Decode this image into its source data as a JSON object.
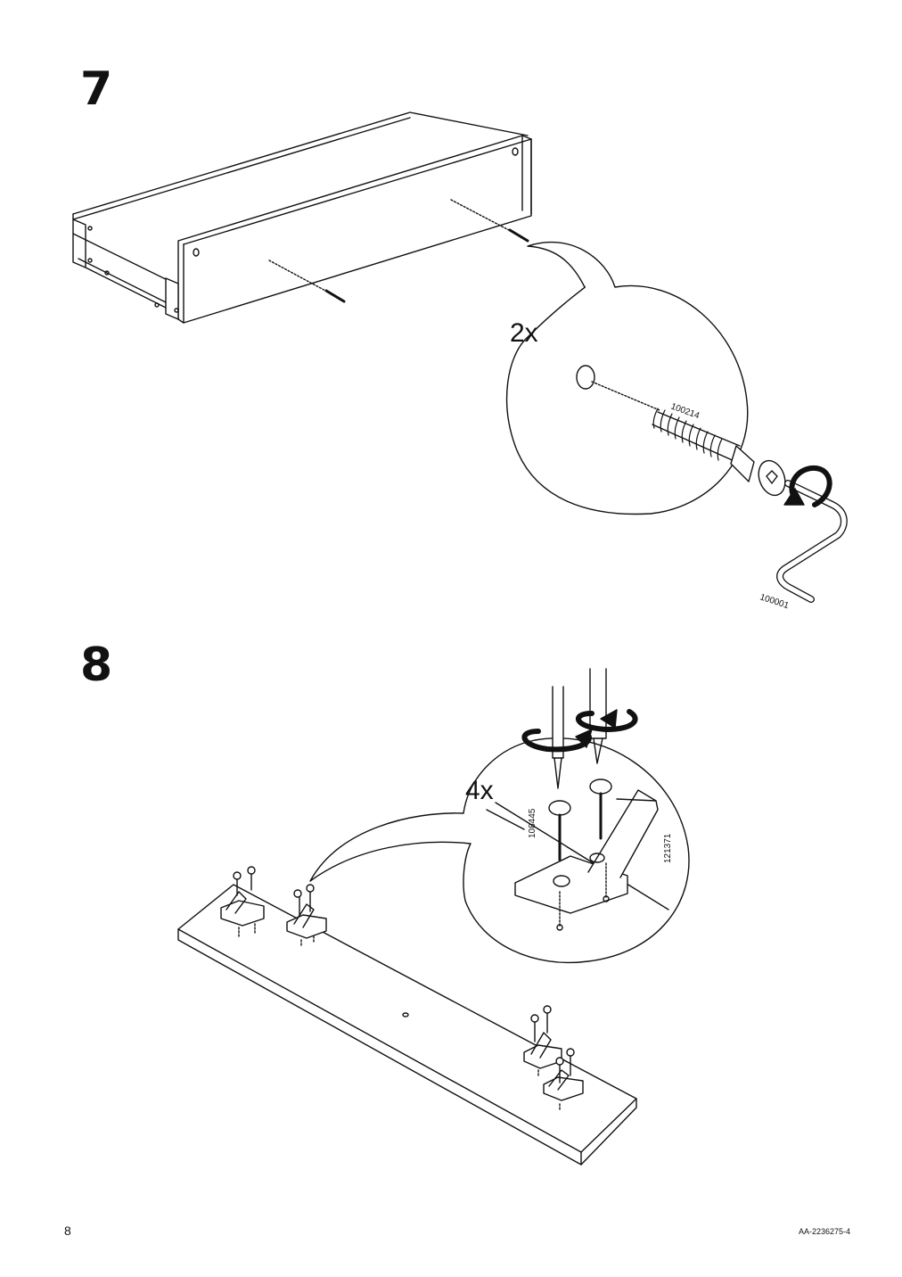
{
  "steps": [
    {
      "number": "7",
      "quantity": "2x",
      "parts": [
        "100214",
        "100001"
      ]
    },
    {
      "number": "8",
      "quantity": "4x",
      "parts": [
        "108445",
        "121371"
      ]
    }
  ],
  "footer": {
    "page_number": "8",
    "document_code": "AA-2236275-4"
  }
}
